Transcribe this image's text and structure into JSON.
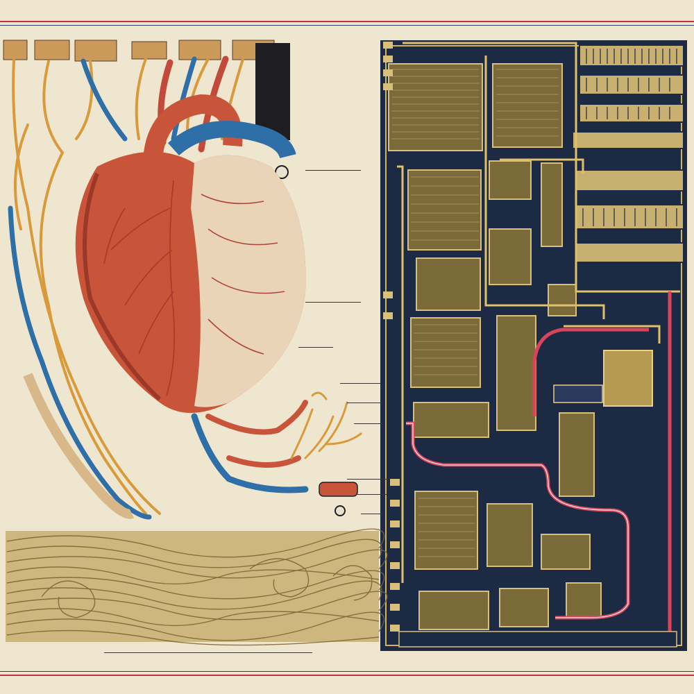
{
  "title": "",
  "illustration": {
    "left_panel": "anatomical-heart",
    "right_panel": "circuit-board",
    "bottom_left_panel": "muscle-fiber-texture",
    "colors": {
      "paper": "#efe6cf",
      "border": "#c0304a",
      "heart_red": "#c8553a",
      "vein_blue": "#2e6fa8",
      "nerve_orange": "#d89a3a",
      "board_navy": "#1d2a44",
      "chip_gold": "#b59a52",
      "trace_red": "#d8445a",
      "fiber_tan": "#cdb77e"
    }
  }
}
